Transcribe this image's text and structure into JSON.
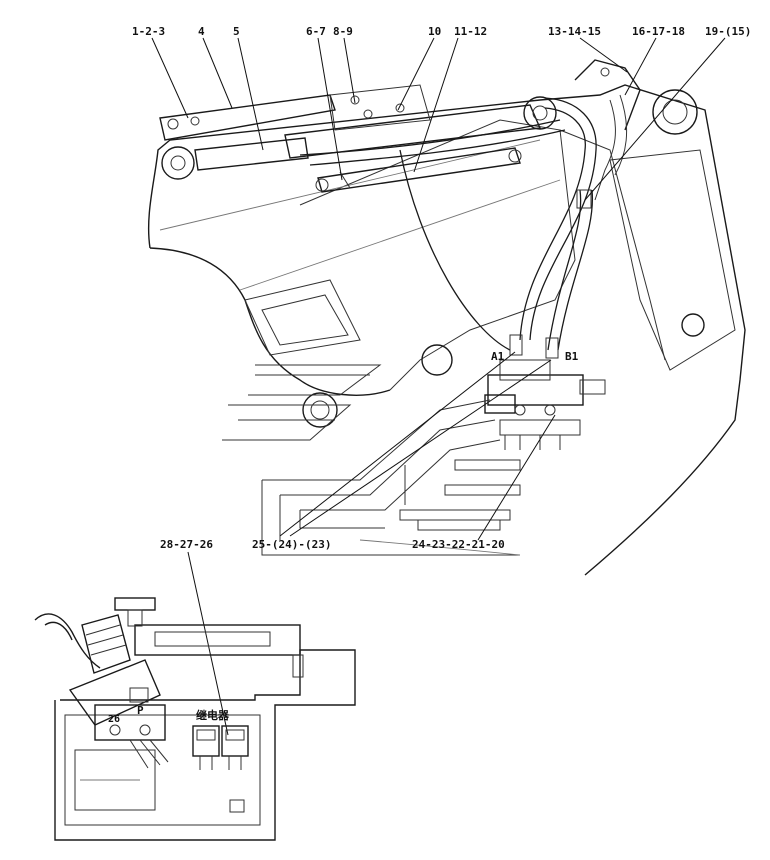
{
  "callouts": {
    "c1": "1-2-3",
    "c2": "4",
    "c3": "5",
    "c4": "6-7",
    "c5": "8-9",
    "c6": "10",
    "c7": "11-12",
    "c8": "13-14-15",
    "c9": "16-17-18",
    "c10": "19-(15)",
    "c11": "25-(24)-(23)",
    "c12": "24-23-22-21-20",
    "c13": "28-27-26"
  },
  "port_labels": {
    "a1": "A1",
    "b1": "B1",
    "p": "P",
    "t": "26"
  },
  "box_text": "继电器"
}
